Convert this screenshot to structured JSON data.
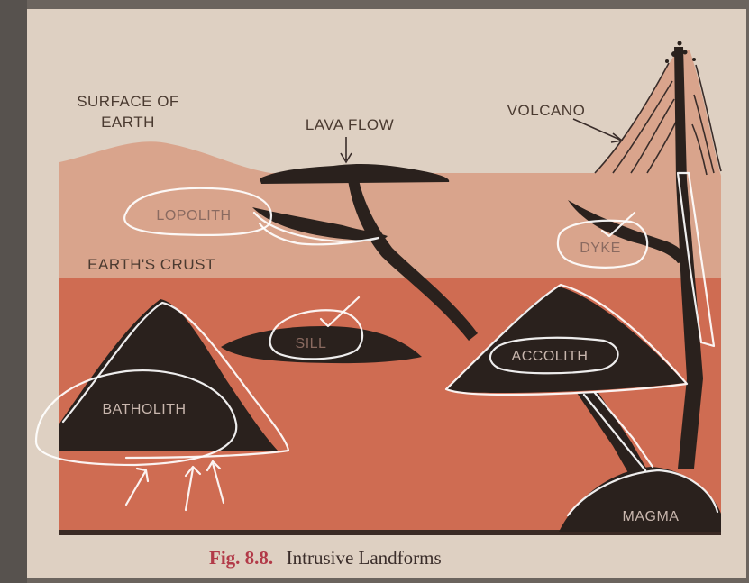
{
  "labels": {
    "surface_line1": "SURFACE OF",
    "surface_line2": "EARTH",
    "lava_flow": "LAVA FLOW",
    "volcano": "VOLCANO",
    "lopolith": "LOPOLITH",
    "earths_crust": "EARTH'S CRUST",
    "dyke": "DYKE",
    "sill": "SILL",
    "laccolith": "ACCOLITH",
    "batholith": "BATHOLITH",
    "magma": "MAGMA"
  },
  "caption": {
    "figure": "Fig. 8.8.",
    "title": "Intrusive Landforms"
  },
  "colors": {
    "paper": "#ded0c2",
    "upper_crust": "#d9a48c",
    "lower_crust": "#cf6c52",
    "intrusion": "#2a211d",
    "annotation": "#ffffff"
  }
}
